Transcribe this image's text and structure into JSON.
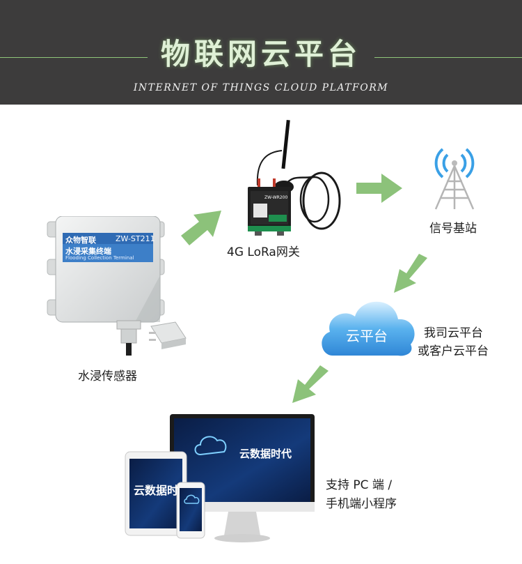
{
  "header": {
    "title": "物联网云平台",
    "subtitle": "INTERNET OF THINGS CLOUD PLATFORM"
  },
  "sensor": {
    "brand": "众物智联",
    "model": "ZW-ST211",
    "name_cn": "水浸采集终端",
    "name_en": "Flooding Collection Terminal",
    "label": "水浸传感器"
  },
  "gateway": {
    "device_text": "ZW-WR200",
    "label": "4G LoRa网关"
  },
  "base_station": {
    "label": "信号基站"
  },
  "cloud": {
    "text": "云平台",
    "label_line1": "我司云平台",
    "label_line2": "或客户云平台"
  },
  "clients": {
    "screen_text": "云数据时代",
    "tablet_text": "云数据时",
    "label_line1": "支持 PC 端 /",
    "label_line2": "手机端小程序"
  },
  "colors": {
    "header_bg": "#3d3c3c",
    "title": "#dff0d6",
    "arrow": "#8cc27a",
    "cloud": "#3d9be0",
    "screen": "#0f2a5c"
  }
}
